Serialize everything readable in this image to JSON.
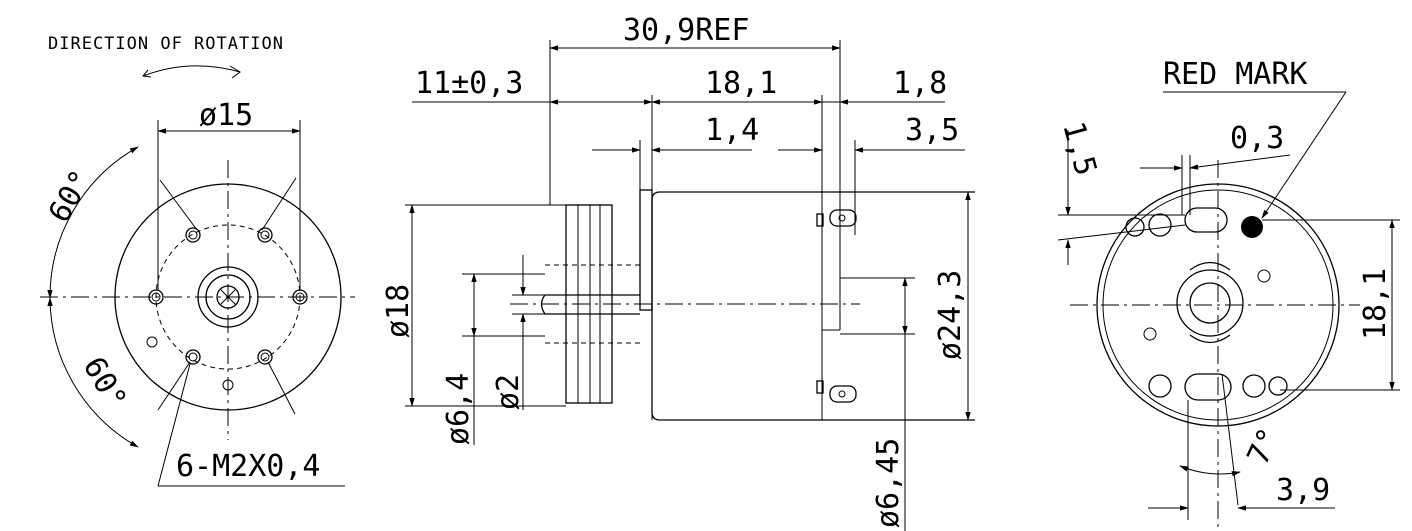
{
  "left_view": {
    "direction_label": "DIRECTION OF ROTATION",
    "dia_mount": "ø15",
    "angle_upper": "60°",
    "angle_lower": "60°",
    "thread_spec": "6-M2X0,4"
  },
  "side_view": {
    "overall_length": "30,9REF",
    "shaft_length": "11±0,3",
    "body_length": "18,1",
    "terminal_offset": "1,8",
    "flange_thickness": "1,4",
    "terminal_width": "3,5",
    "dia_boss": "ø18",
    "dia_shaft_collar": "ø6,4",
    "dia_shaft": "ø2",
    "dia_body": "ø24,3",
    "dia_rear_boss": "ø6,45"
  },
  "right_view": {
    "red_mark_label": "RED MARK",
    "red_mark_color": "#000000",
    "dim_1_5": "1,5",
    "dim_0_3": "0,3",
    "dim_18_1": "18,1",
    "angle_7": "7°",
    "dim_3_9": "3,9"
  }
}
